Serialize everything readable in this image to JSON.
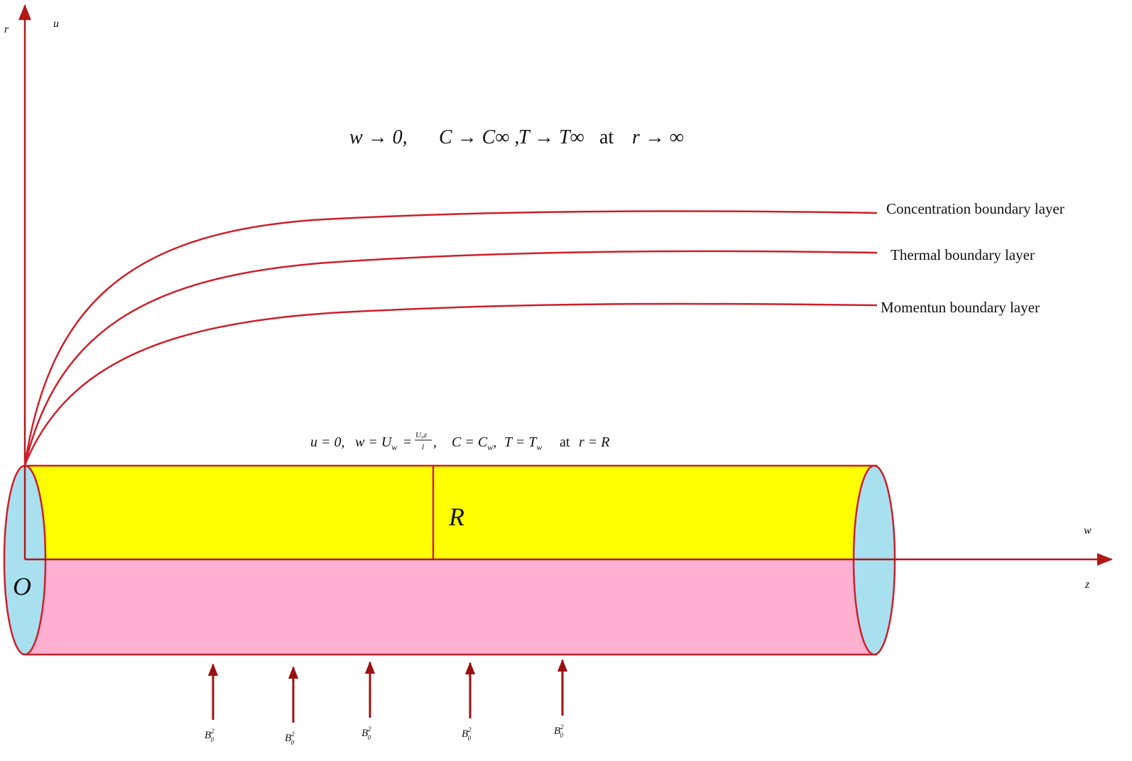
{
  "axes": {
    "r_label": "r",
    "u_label": "u",
    "w_label": "w",
    "z_label": "z",
    "origin_label": "O"
  },
  "conditions": {
    "far_field": {
      "w": "w → 0,",
      "c": "C → C∞ ,",
      "t": "T → T∞",
      "at": "at",
      "r": "r → ∞"
    },
    "wall": {
      "u": "u = 0,",
      "w_lhs": "w = U",
      "w_sub": "w",
      "frac_num": "U₀z",
      "frac_den": "l",
      "c": "C = C",
      "c_sub": "w",
      "t": "T = T",
      "t_sub": "w",
      "at": "at",
      "r": "r = R"
    }
  },
  "boundary_layers": [
    "Concentration boundary layer",
    "Thermal boundary layer",
    "Momentun boundary layer"
  ],
  "cylinder": {
    "radius_label": "R",
    "colors": {
      "upper_half": "#ffff00",
      "lower_half": "#ffb0d0",
      "end_caps": "#a8e0f0",
      "outline": "#cc1f2a"
    }
  },
  "magnetic_field": {
    "label": "B",
    "superscript": "2",
    "subscript": "0",
    "count": 5
  },
  "colors": {
    "axis": "#b01818",
    "curves": "#cc1f2a",
    "arrows": "#9b1010"
  }
}
